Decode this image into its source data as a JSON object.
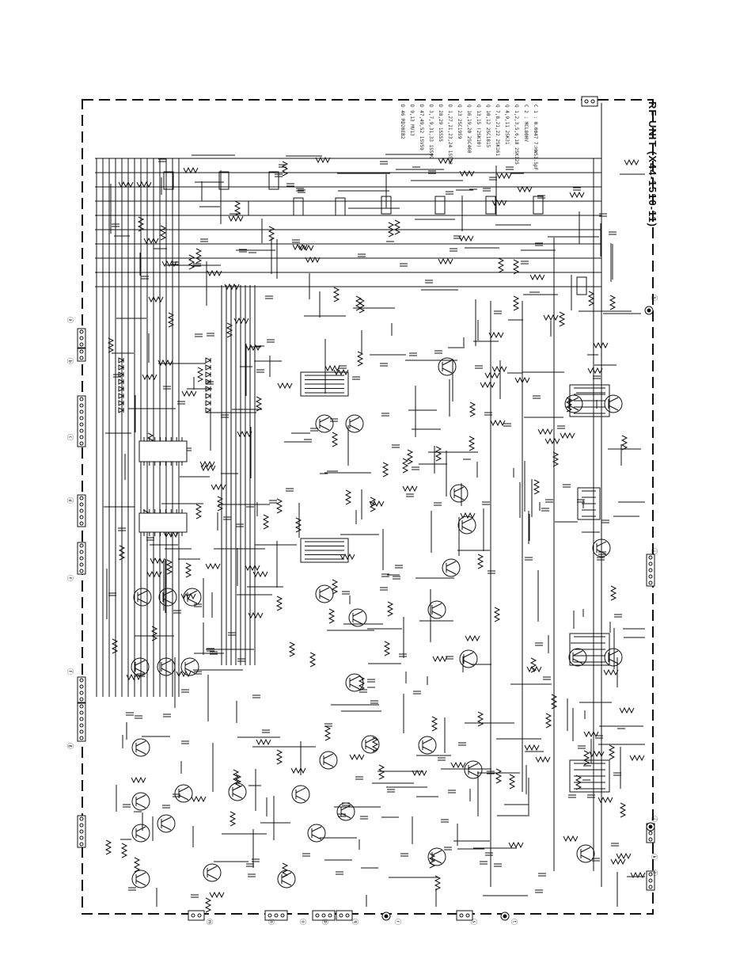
{
  "title": "RF UNIT (X44-1510-11)",
  "notes": [
    "C 1     : 0.0047 7:HWS1.5pF",
    "C 2     : MCL80HV",
    "Q 1,2,3,5,6,18   2SK125",
    "Q 4,9,11          2SK31",
    "Q 7,8,21,22        2SK161",
    "Q 10,12          2SC1815",
    "Q 13,15 (2SK10)   ",
    "Q 16,19,20  2SC460",
    "Q 23     2SC1959",
    "D 1,27,21,23,24  1SS53",
    "D 28,29   1SS55",
    "D 3,7,9,31,33    1SS99",
    "D 47,49,52    1SV59",
    "D 9,13  MV13",
    "D 46    RD20EB2"
  ],
  "connectors": {
    "left": [
      "ⓐ",
      "ⓑ",
      "ⓒ",
      "ⓓ",
      "ⓔ",
      "ⓕ",
      "ⓖ"
    ],
    "right": [
      "ⓗ",
      "ⓘ",
      "ⓙ",
      "ⓚ",
      "ⓛ"
    ],
    "bottom": [
      "ⓜ",
      "ⓝ",
      "ⓞ",
      "ⓟ",
      "ⓠ",
      "ⓡ",
      "ⓢ",
      "ⓣ"
    ]
  },
  "colors": {
    "ink": "#111111",
    "paper": "#ffffff"
  }
}
